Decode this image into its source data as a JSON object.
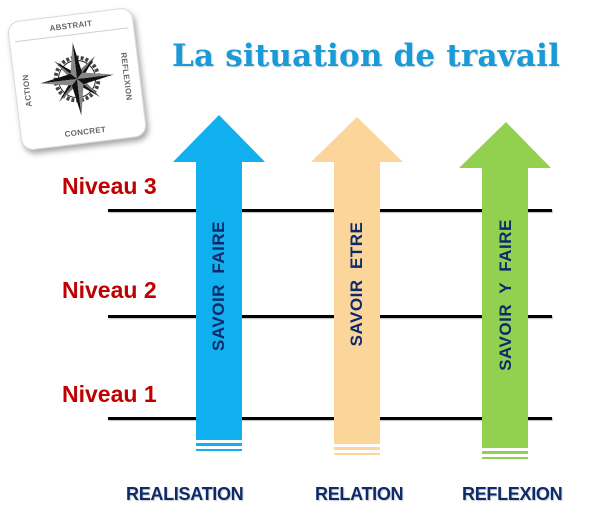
{
  "title": "La situation de travail",
  "compass_card": {
    "top": "ABSTRAIT",
    "right": "REFLEXION",
    "bottom": "CONCRET",
    "left": "ACTION",
    "icon": "compass-rose-icon"
  },
  "levels": [
    {
      "label": "Niveau 3"
    },
    {
      "label": "Niveau 2"
    },
    {
      "label": "Niveau 1"
    }
  ],
  "arrows": [
    {
      "text": "SAVOIR  FAIRE",
      "color": "#10b0ee",
      "bottom_label": "REALISATION"
    },
    {
      "text": "SAVOIR  ETRE",
      "color": "#fcd59a",
      "bottom_label": "RELATION"
    },
    {
      "text": "SAVOIR  Y  FAIRE",
      "color": "#92d050",
      "bottom_label": "REFLEXION"
    }
  ],
  "colors": {
    "title": "#1a9ad6",
    "level_label": "#c00000",
    "arrow_text": "#0d2a6b",
    "bottom_label": "#0d2a6b"
  }
}
